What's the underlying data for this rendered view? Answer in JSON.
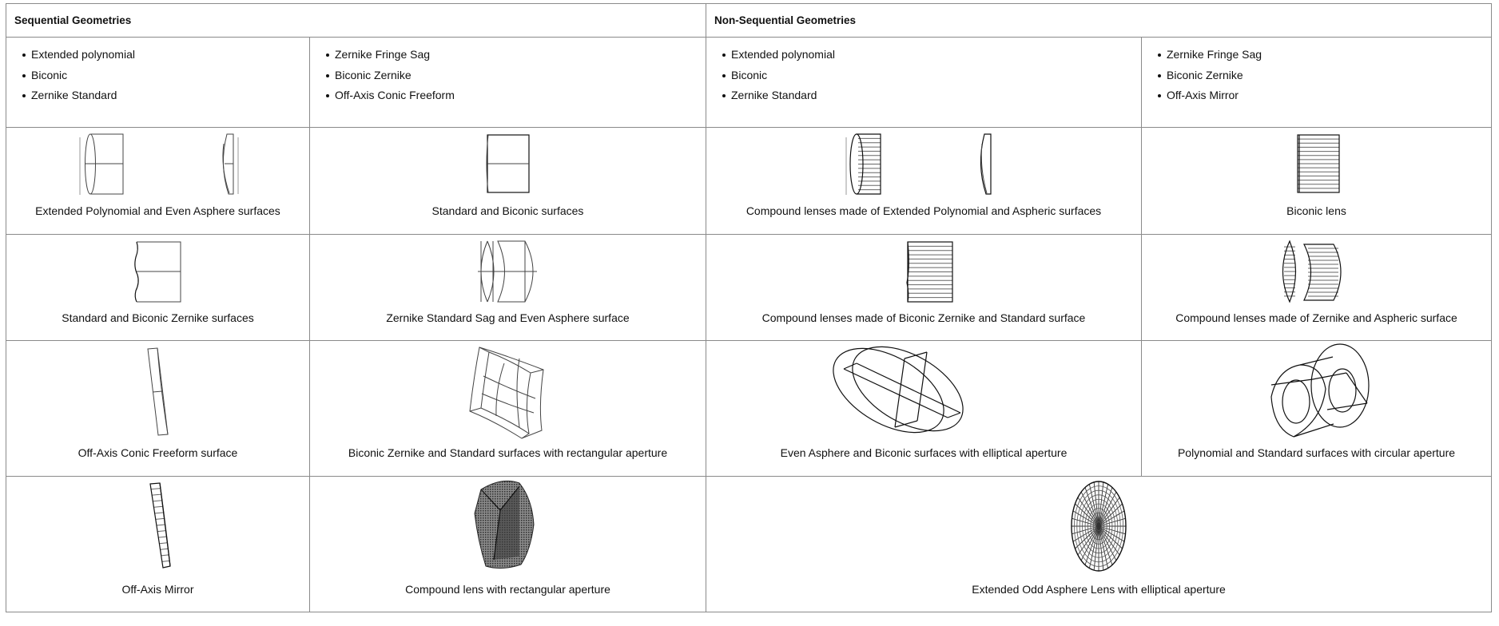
{
  "sequential": {
    "title": "Sequential Geometries",
    "list_a": [
      "Extended polynomial",
      "Biconic",
      "Zernike Standard"
    ],
    "list_b": [
      "Zernike Fringe Sag",
      "Biconic Zernike",
      "Off-Axis Conic Freeform"
    ],
    "figures": [
      {
        "caption": "Extended Polynomial and Even Asphere surfaces",
        "icon": "lens-pair-wireframe"
      },
      {
        "caption": "Standard and Biconic surfaces",
        "icon": "lens-rect-wireframe"
      },
      {
        "caption": "Standard and Biconic Zernike surfaces",
        "icon": "lens-zernike-wireframe"
      },
      {
        "caption": "Zernike Standard Sag and Even Asphere surface",
        "icon": "lens-doublet-wireframe"
      },
      {
        "caption": "Off-Axis Conic Freeform surface",
        "icon": "tilted-plate-wireframe"
      },
      {
        "caption": "Biconic Zernike and Standard surfaces with rectangular aperture",
        "icon": "rectangular-aperture-wireframe"
      },
      {
        "caption": "Off-Axis Mirror",
        "icon": "off-axis-mirror-wireframe"
      },
      {
        "caption": "Compound lens with rectangular aperture",
        "icon": "dense-mesh-lens"
      }
    ]
  },
  "non_sequential": {
    "title": "Non-Sequential Geometries",
    "list_a": [
      "Extended polynomial",
      "Biconic",
      "Zernike Standard"
    ],
    "list_b": [
      "Zernike Fringe Sag",
      "Biconic Zernike",
      "Off-Axis Mirror"
    ],
    "figures": [
      {
        "caption": "Compound lenses made of Extended Polynomial and Aspheric surfaces",
        "icon": "compound-lens-mesh"
      },
      {
        "caption": "Biconic lens",
        "icon": "biconic-lens-mesh"
      },
      {
        "caption": "Compound lenses made of Biconic Zernike and Standard surface",
        "icon": "zernike-lens-mesh"
      },
      {
        "caption": "Compound lenses made of Zernike and Aspheric surface",
        "icon": "doublet-lens-mesh"
      },
      {
        "caption": "Even Asphere and Biconic surfaces with elliptical aperture",
        "icon": "elliptical-aperture-wireframe"
      },
      {
        "caption": "Polynomial and Standard surfaces with circular aperture",
        "icon": "circular-aperture-wireframe"
      },
      {
        "caption": "Extended Odd Asphere Lens with elliptical aperture",
        "icon": "radial-mesh-ellipse"
      }
    ]
  }
}
